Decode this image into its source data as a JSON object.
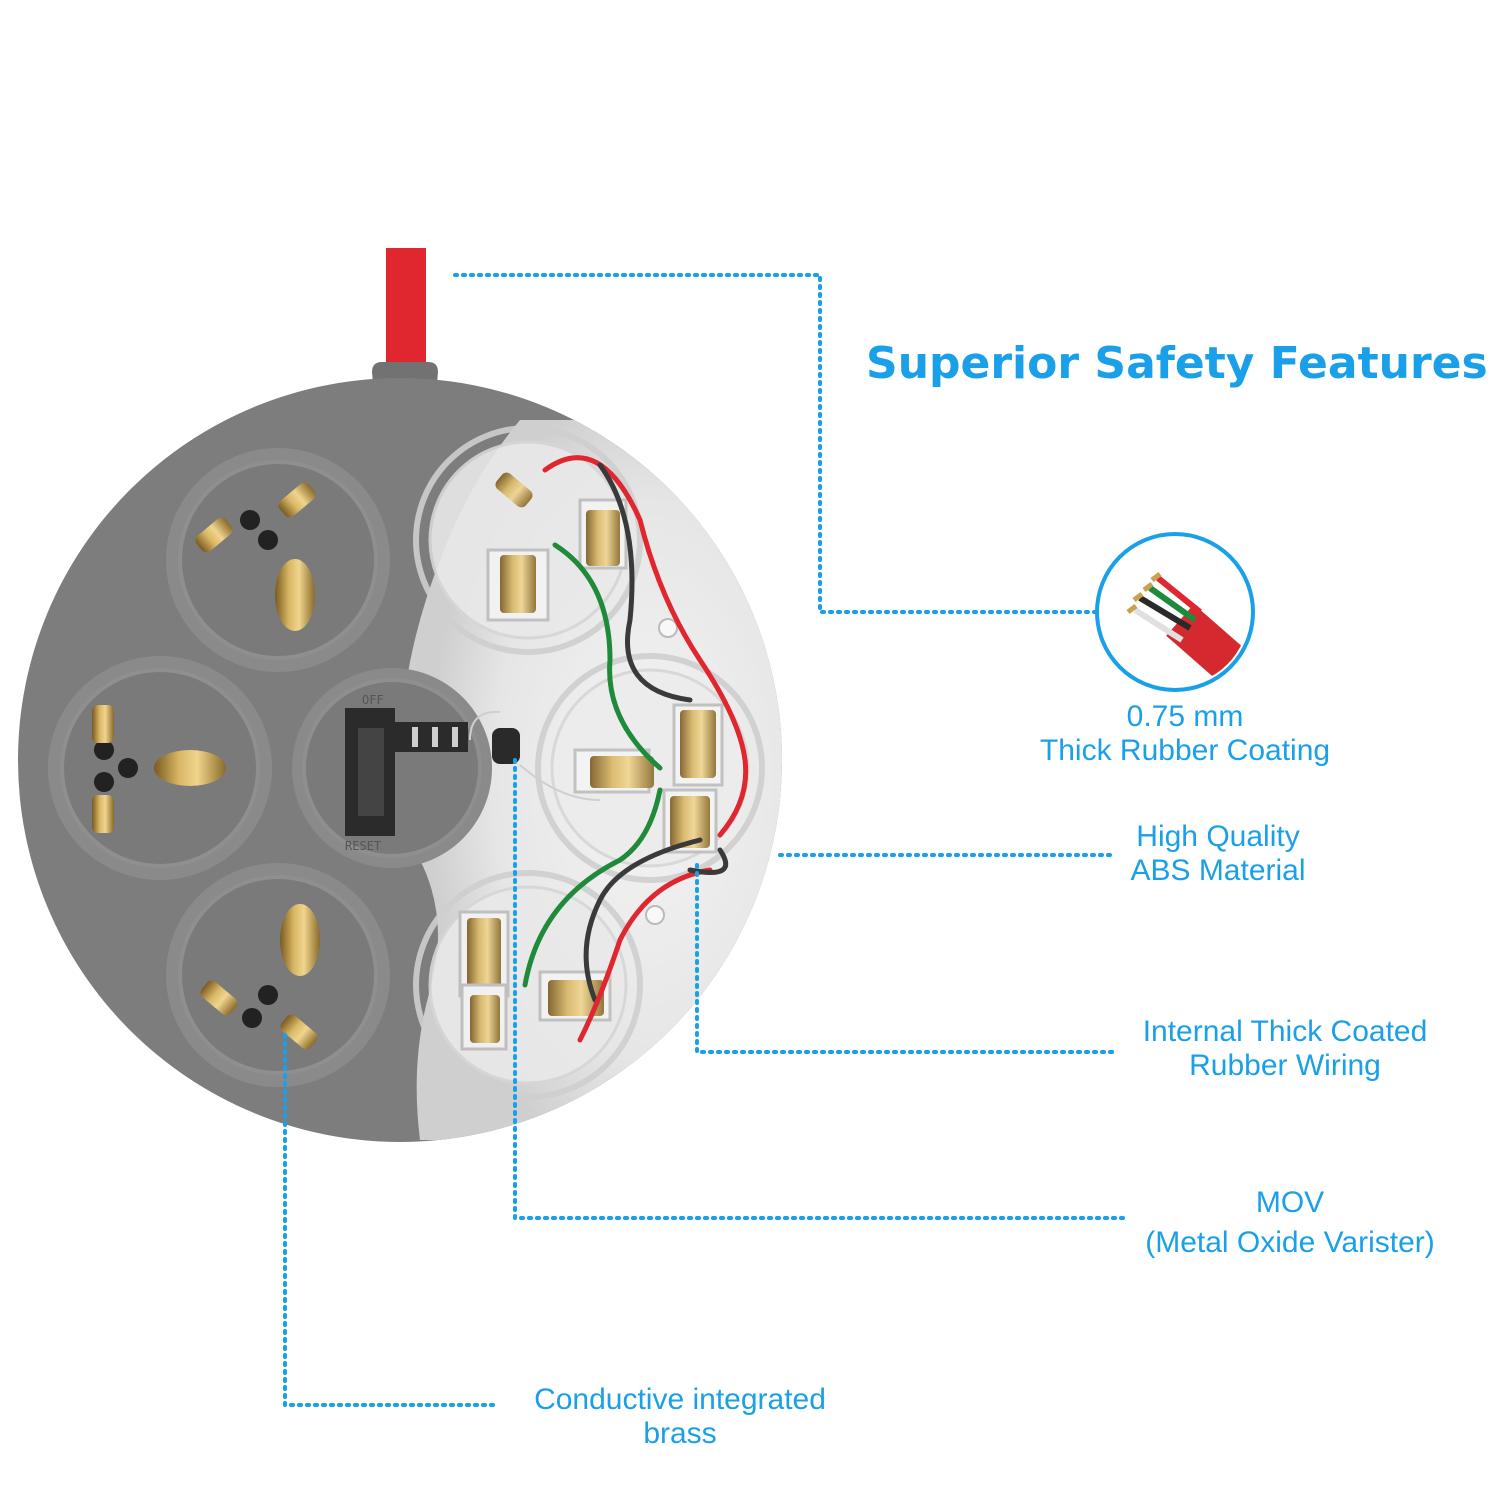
{
  "title": "Superior Safety Features",
  "colors": {
    "accent": "#1aa0e8",
    "body_gray": "#7d7d7d",
    "cable_red": "#e0262e",
    "brass": "#c9a250",
    "wire_green": "#1f8a3a",
    "wire_black": "#3a3a3a"
  },
  "callouts": [
    {
      "id": "rubber-coating",
      "lines": [
        "0.75 mm",
        "Thick Rubber Coating"
      ]
    },
    {
      "id": "abs-material",
      "lines": [
        "High Quality",
        "ABS Material"
      ]
    },
    {
      "id": "internal-wiring",
      "lines": [
        "Internal Thick Coated",
        "Rubber Wiring"
      ]
    },
    {
      "id": "mov",
      "lines": [
        "MOV",
        "(Metal Oxide Varister)"
      ]
    },
    {
      "id": "brass",
      "lines": [
        "Conductive integrated",
        "brass"
      ]
    }
  ],
  "switch": {
    "label_top": "OFF",
    "label_bottom": "RESET"
  }
}
